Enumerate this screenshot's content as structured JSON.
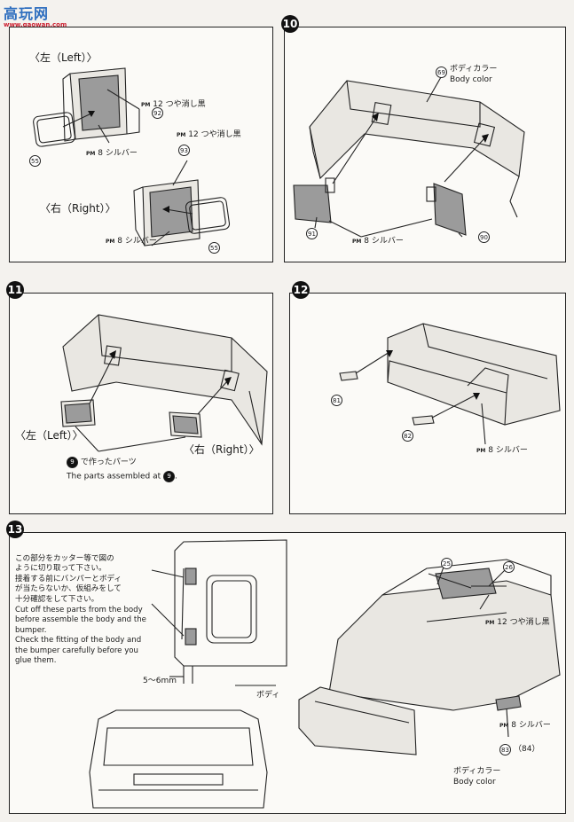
{
  "watermark": {
    "title": "高玩网",
    "url": "www.gaowan.com"
  },
  "step1": {
    "left_label": "〈左（Left）〉",
    "right_label": "〈右（Right）〉",
    "paint_matte": "つや消し黒",
    "paint_silver": "シルバー",
    "paint_code_prefix": "PM",
    "paint_num_12": "12",
    "paint_num_8": "8",
    "parts": {
      "p92": "92",
      "p93": "93",
      "p55a": "55",
      "p55b": "55"
    }
  },
  "step10": {
    "number": "10",
    "body_color_jp": "ボディカラー",
    "body_color_en": "Body color",
    "silver": "シルバー",
    "paint_code_prefix": "PM",
    "paint_num": "8",
    "parts": {
      "p69": "69",
      "p91": "91",
      "p90": "90"
    }
  },
  "step11": {
    "number": "11",
    "left_label": "〈左（Left）〉",
    "right_label": "〈右（Right）〉",
    "made_in_jp": "で作ったパーツ",
    "assembled_en": "The parts assembled at",
    "ref_step": "9"
  },
  "step12": {
    "number": "12",
    "silver": "シルバー",
    "paint_code_prefix": "PM",
    "paint_num": "8",
    "parts": {
      "p81": "81",
      "p82": "82"
    }
  },
  "step13": {
    "number": "13",
    "notes_jp": "この部分をカッター等で図の\nように切り取って下さい。\n接着する前にバンパーとボディ\nが当たらないか、仮組みをして\n十分確認をして下さい。",
    "notes_en": "Cut off these parts from the body\nbefore assemble the body and the\nbumper.\nCheck the fitting of the body and\nthe bumper carefully before you\nglue them.",
    "dim": "5〜6mm",
    "body_jp": "ボディ",
    "matte_black": "つや消し黒",
    "silver": "シルバー",
    "paint_code_prefix": "PM",
    "paint_num_12": "12",
    "paint_num_8": "8",
    "body_color_jp": "ボディカラー",
    "body_color_en": "Body color",
    "parts": {
      "p25": "25",
      "p26": "26",
      "p83": "83",
      "p84": "（84）"
    }
  }
}
